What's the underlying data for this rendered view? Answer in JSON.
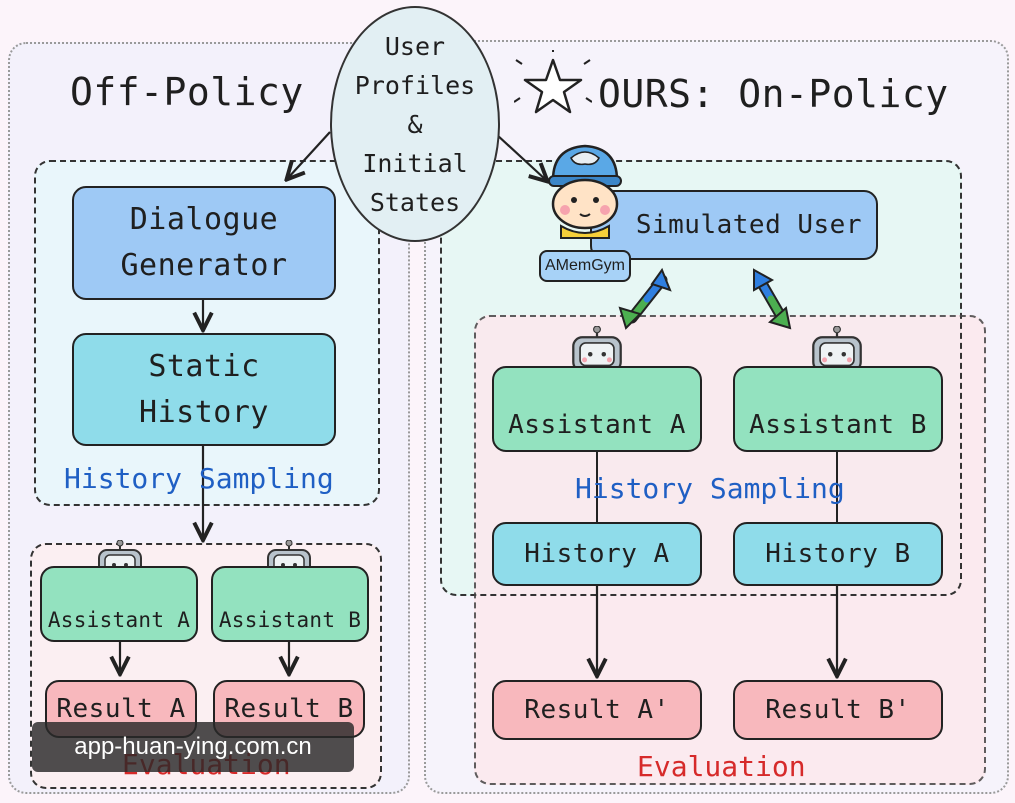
{
  "titles": {
    "left": "Off-Policy",
    "right": "OURS: On-Policy"
  },
  "center": {
    "ellipse_text": "User\nProfiles\n&\nInitial\nStates"
  },
  "left": {
    "dialogue_generator": "Dialogue\nGenerator",
    "static_history": "Static\nHistory",
    "history_sampling": "History Sampling",
    "assistant_a": "Assistant A",
    "assistant_b": "Assistant B",
    "result_a": "Result A",
    "result_b": "Result B",
    "evaluation": "Evaluation"
  },
  "right": {
    "simulated_user": "Simulated User",
    "badge": "AMemGym",
    "assistant_a": "Assistant A",
    "assistant_b": "Assistant B",
    "history_sampling": "History Sampling",
    "history_a": "History A",
    "history_b": "History B",
    "result_a": "Result A'",
    "result_b": "Result B'",
    "evaluation": "Evaluation"
  },
  "watermark": "app-huan-ying.com.cn",
  "colors": {
    "dialogue_blue": "#9ec9f5",
    "history_cyan": "#8fdcea",
    "assistant_green": "#93e2bf",
    "result_pink": "#f8b8bd",
    "sampling_text": "#1f5fc4",
    "evaluation_text": "#d62a2a"
  }
}
